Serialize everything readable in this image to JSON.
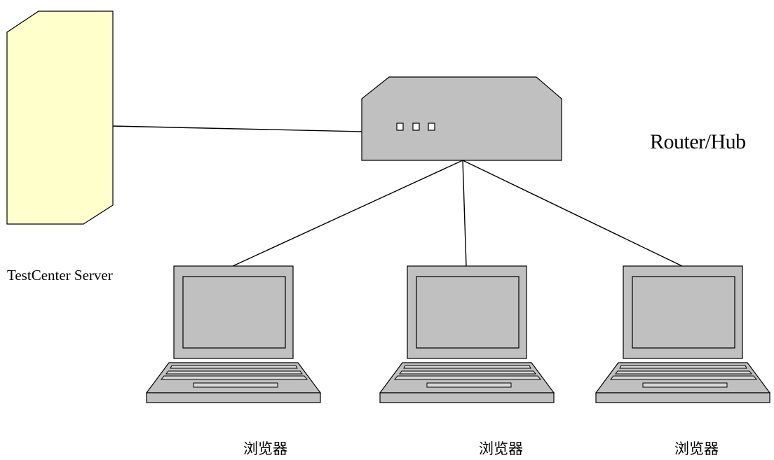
{
  "diagram": {
    "server": {
      "label": "TestCenter Server",
      "fill": "#ffffcc",
      "icon": "server-tower-icon"
    },
    "router": {
      "label": "Router/Hub",
      "fill": "#c0c0c0",
      "icon": "router-hub-icon",
      "port_count": 3
    },
    "clients": [
      {
        "label": "浏览器",
        "icon": "laptop-icon"
      },
      {
        "label": "浏览器",
        "icon": "laptop-icon"
      },
      {
        "label": "浏览器",
        "icon": "laptop-icon"
      }
    ],
    "colors": {
      "device_gray": "#c0c0c0",
      "outline": "#000000",
      "background": "#ffffff"
    }
  }
}
